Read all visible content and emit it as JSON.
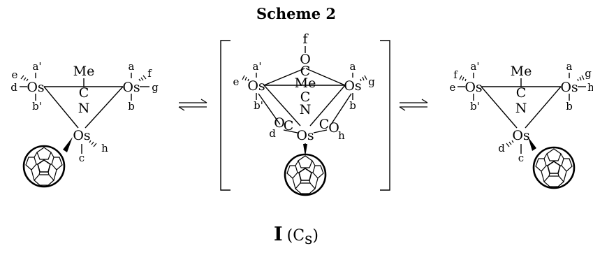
{
  "title": "Scheme 2",
  "compound": {
    "bold": "I",
    "open": "(",
    "symmetry": "C",
    "subscript": "s",
    "close": ")"
  },
  "structures": {
    "left": {
      "metals": [
        "Os",
        "Os",
        "Os"
      ],
      "bridge": [
        "Me",
        "C",
        "N"
      ],
      "ligands": [
        "a'",
        "e",
        "d",
        "b'",
        "a",
        "f",
        "g",
        "b",
        "c",
        "h"
      ]
    },
    "middle": {
      "metals": [
        "Os",
        "Os",
        "Os"
      ],
      "bridge": [
        "Me",
        "C",
        "N"
      ],
      "carbonyl_top": [
        "f",
        "O",
        "C"
      ],
      "carbonyl_left": [
        "C",
        "O",
        "d"
      ],
      "carbonyl_right": [
        "C",
        "O",
        "h"
      ],
      "ligands": [
        "a'",
        "e",
        "b'",
        "a",
        "g",
        "b"
      ]
    },
    "right": {
      "metals": [
        "Os",
        "Os",
        "Os"
      ],
      "bridge": [
        "Me",
        "C",
        "N"
      ],
      "ligands": [
        "a'",
        "f",
        "e",
        "b'",
        "a",
        "g",
        "h",
        "b",
        "d",
        "c"
      ]
    }
  },
  "equilibrium_arrows": 2
}
